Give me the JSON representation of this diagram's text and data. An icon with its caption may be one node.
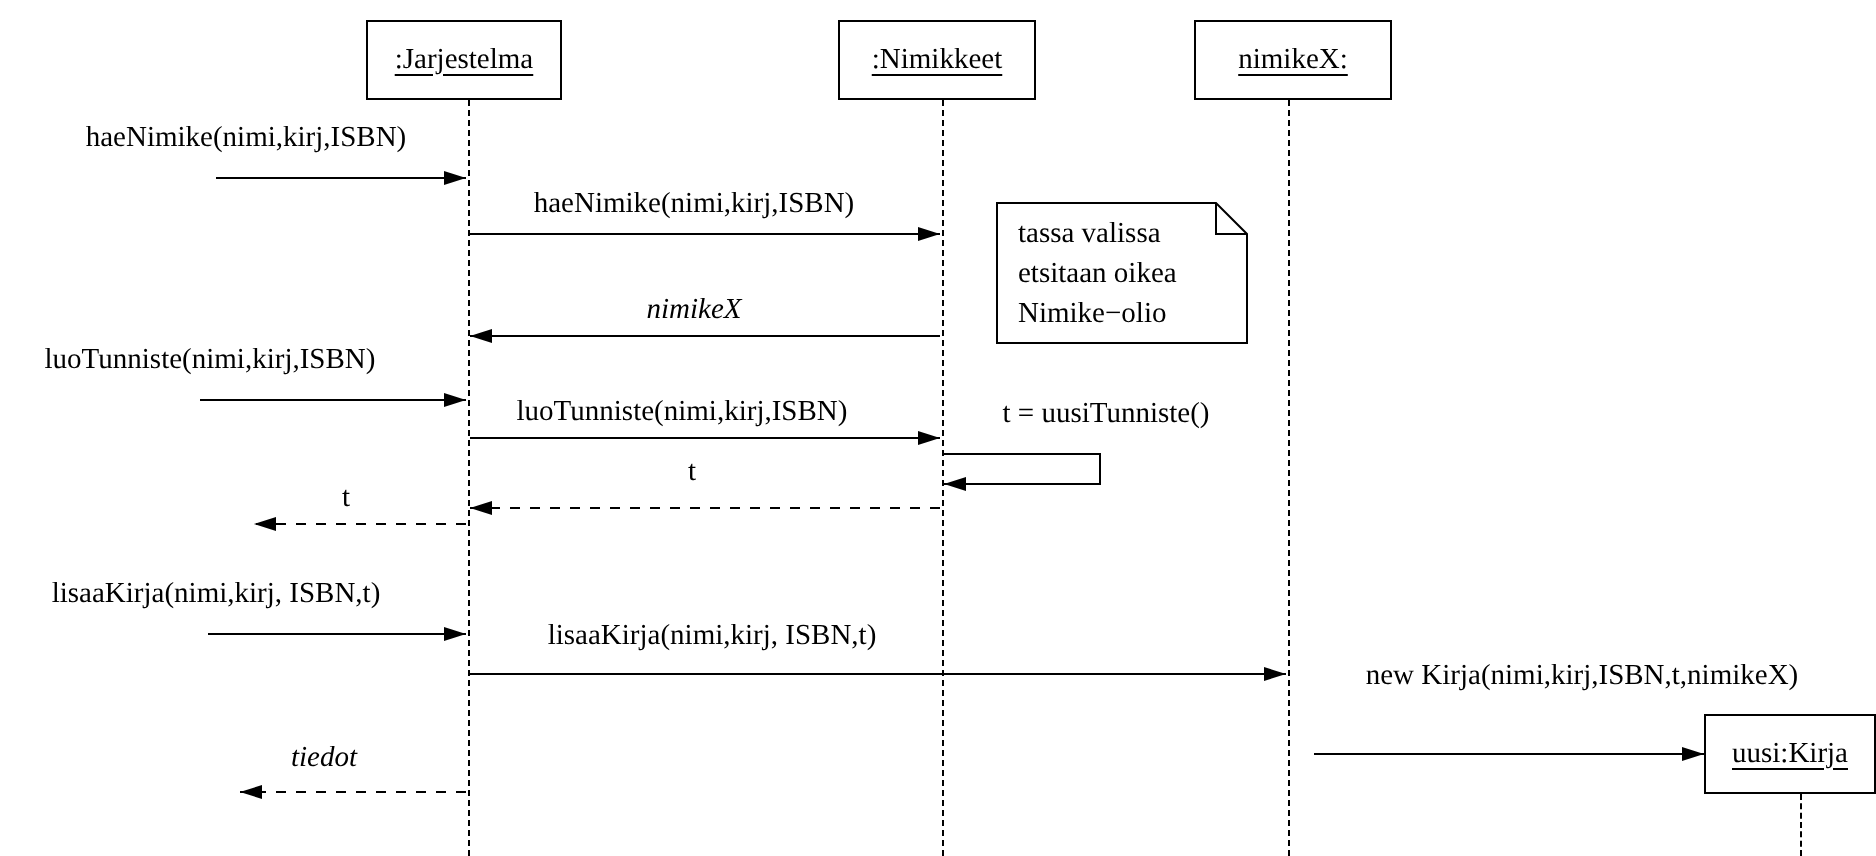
{
  "diagram": {
    "nodes": [
      {
        "text": [
          ":Jarjestelma"
        ]
      },
      {
        "text": [
          ":Nimikkeet"
        ]
      },
      {
        "text": [
          "nimikeX:"
        ]
      },
      {
        "text": [
          "tassa valissa etsitaan oikea Nimike−olio"
        ]
      },
      {
        "text": [
          "uusi:Kirja"
        ]
      },
      {
        "text": [],
        "shape": "line"
      },
      {
        "text": [],
        "shape": "line"
      },
      {
        "text": [],
        "shape": "line"
      },
      {
        "text": [],
        "shape": "line"
      }
    ],
    "edges": [
      {
        "from": null,
        "to": 5,
        "arrow": "to",
        "label": "haeNimike(nimi,kirj,ISBN)"
      },
      {
        "from": 5,
        "to": 6,
        "arrow": "to",
        "label": "haeNimike(nimi,kirj,ISBN)"
      },
      {
        "from": 6,
        "to": 5,
        "arrow": "to",
        "label": "nimikeX"
      },
      {
        "from": null,
        "to": 5,
        "arrow": "to",
        "label": "luoTunniste(nimi,kirj,ISBN)"
      },
      {
        "from": 5,
        "to": 6,
        "arrow": "to",
        "label": "luoTunniste(nimi,kirj,ISBN)"
      },
      {
        "from": 6,
        "to": 6,
        "arrow": "to",
        "label": "t = uusiTunniste()"
      },
      {
        "from": 6,
        "to": 5,
        "arrow": "to",
        "label": "t",
        "style": "dashed"
      },
      {
        "from": 5,
        "to": null,
        "arrow": "to",
        "label": "t",
        "style": "dashed"
      },
      {
        "from": null,
        "to": 5,
        "arrow": "to",
        "label": "lisaaKirja(nimi,kirj, ISBN,t)"
      },
      {
        "from": 5,
        "to": 7,
        "arrow": "to",
        "label": "lisaaKirja(nimi,kirj, ISBN,t)"
      },
      {
        "from": 7,
        "to": 4,
        "arrow": "to",
        "label": "new Kirja(nimi,kirj,ISBN,t,nimikeX)"
      },
      {
        "from": 5,
        "to": null,
        "arrow": "to",
        "label": "tiedot",
        "style": "dashed"
      }
    ]
  }
}
